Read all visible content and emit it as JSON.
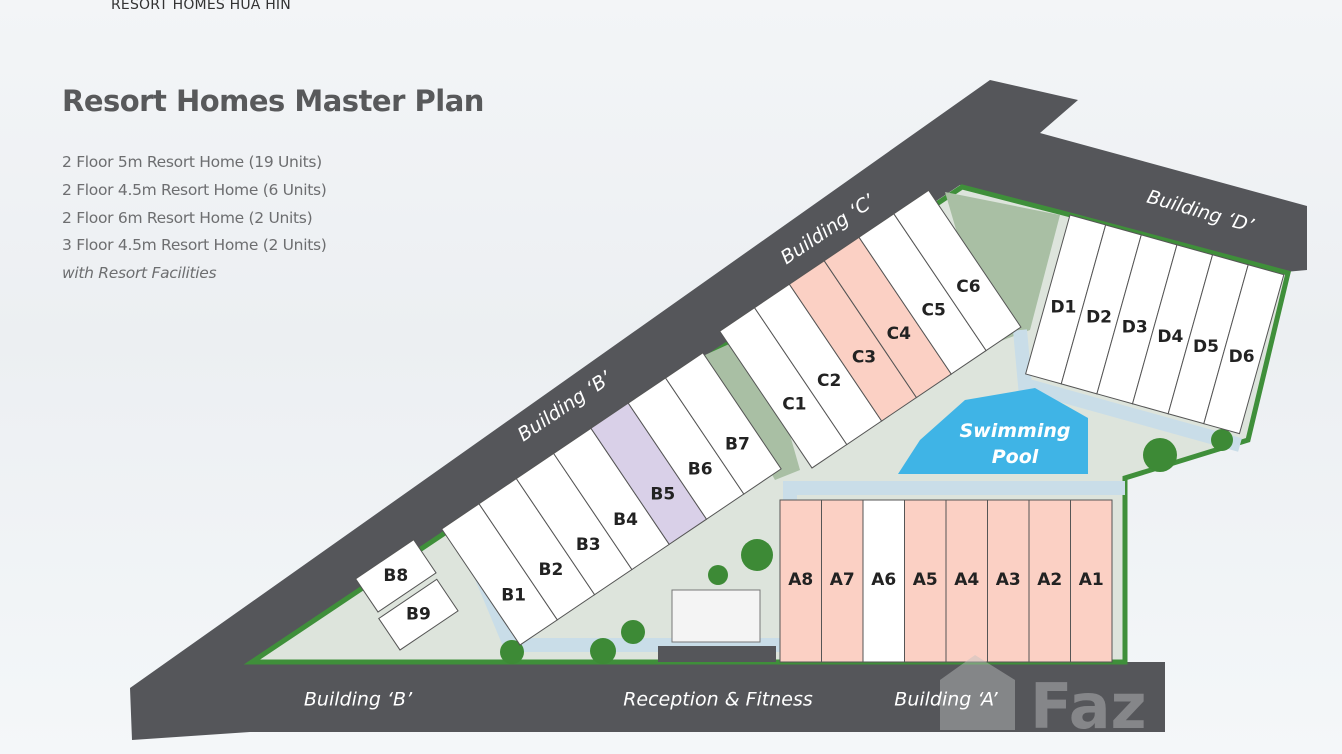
{
  "header": {
    "brand": "RESORT HOMES HUA HIN"
  },
  "title": "Resort Homes Master Plan",
  "specs": [
    "2 Floor 5m Resort Home  (19 Units)",
    "2 Floor 4.5m Resort Home  (6 Units)",
    "2 Floor 6m Resort Home  (2 Units)",
    "3 Floor 4.5m Resort Home  (2 Units)"
  ],
  "specs_note": "with Resort Facilities",
  "colors": {
    "road": "#55565a",
    "site": "#dde4dc",
    "border": "#3f8f3a",
    "path": "#c9dde8",
    "pool": "#3fb4e6",
    "pink": "#fbd0c4",
    "lavender": "#d9d0e8",
    "white": "#ffffff"
  },
  "labels": {
    "building_b_road": "Building ‘B’",
    "building_c_road": "Building ‘C’",
    "building_d_road": "Building ‘D’",
    "building_b_bottom": "Building ‘B’",
    "reception": "Reception & Fitness",
    "building_a_bottom": "Building ‘A’",
    "pool_line1": "Swimming",
    "pool_line2": "Pool"
  },
  "buildings": {
    "A": [
      {
        "id": "A8",
        "color": "pink"
      },
      {
        "id": "A7",
        "color": "pink"
      },
      {
        "id": "A6",
        "color": "white"
      },
      {
        "id": "A5",
        "color": "pink"
      },
      {
        "id": "A4",
        "color": "pink"
      },
      {
        "id": "A3",
        "color": "pink"
      },
      {
        "id": "A2",
        "color": "pink"
      },
      {
        "id": "A1",
        "color": "pink"
      }
    ],
    "B": [
      {
        "id": "B1",
        "color": "white"
      },
      {
        "id": "B2",
        "color": "white"
      },
      {
        "id": "B3",
        "color": "white"
      },
      {
        "id": "B4",
        "color": "white"
      },
      {
        "id": "B5",
        "color": "lavender"
      },
      {
        "id": "B6",
        "color": "white"
      },
      {
        "id": "B7",
        "color": "white"
      }
    ],
    "B_small": [
      {
        "id": "B8",
        "color": "white"
      },
      {
        "id": "B9",
        "color": "white"
      }
    ],
    "C": [
      {
        "id": "C1",
        "color": "white"
      },
      {
        "id": "C2",
        "color": "white"
      },
      {
        "id": "C3",
        "color": "pink"
      },
      {
        "id": "C4",
        "color": "pink"
      },
      {
        "id": "C5",
        "color": "white"
      },
      {
        "id": "C6",
        "color": "white"
      }
    ],
    "D": [
      {
        "id": "D1",
        "color": "white"
      },
      {
        "id": "D2",
        "color": "white"
      },
      {
        "id": "D3",
        "color": "white"
      },
      {
        "id": "D4",
        "color": "white"
      },
      {
        "id": "D5",
        "color": "white"
      },
      {
        "id": "D6",
        "color": "white"
      }
    ]
  },
  "watermark": "FazWaz"
}
